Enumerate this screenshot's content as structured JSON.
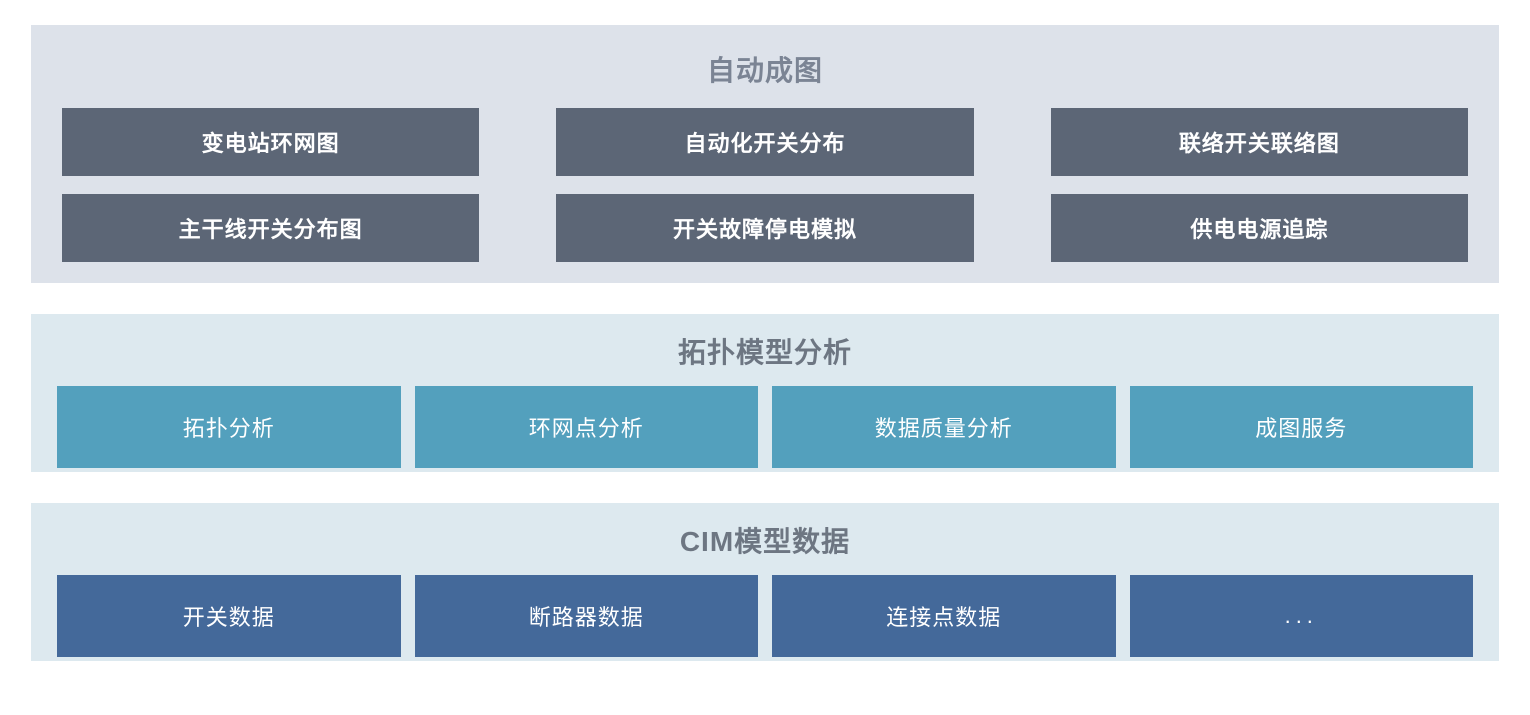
{
  "colors": {
    "automap_bg": "#dde2ea",
    "automap_button": "#5c6676",
    "automap_title": "#7b8494",
    "panel_bg": "#dde9ef",
    "topology_button": "#53a0bd",
    "cim_button": "#44699a",
    "panel_title": "#6d7682",
    "button_text": "#ffffff",
    "page_bg": "#ffffff"
  },
  "sections": [
    {
      "id": "automap",
      "title": "自动成图",
      "rows": [
        [
          {
            "label": "变电站环网图"
          },
          {
            "label": "自动化开关分布"
          },
          {
            "label": "联络开关联络图"
          }
        ],
        [
          {
            "label": "主干线开关分布图"
          },
          {
            "label": "开关故障停电模拟"
          },
          {
            "label": "供电电源追踪"
          }
        ]
      ]
    },
    {
      "id": "topology",
      "title": "拓扑模型分析",
      "rows": [
        [
          {
            "label": "拓扑分析"
          },
          {
            "label": "环网点分析"
          },
          {
            "label": "数据质量分析"
          },
          {
            "label": "成图服务"
          }
        ]
      ]
    },
    {
      "id": "cim",
      "title": "CIM模型数据",
      "rows": [
        [
          {
            "label": "开关数据"
          },
          {
            "label": "断路器数据"
          },
          {
            "label": "连接点数据"
          },
          {
            "label": "..."
          }
        ]
      ]
    }
  ]
}
